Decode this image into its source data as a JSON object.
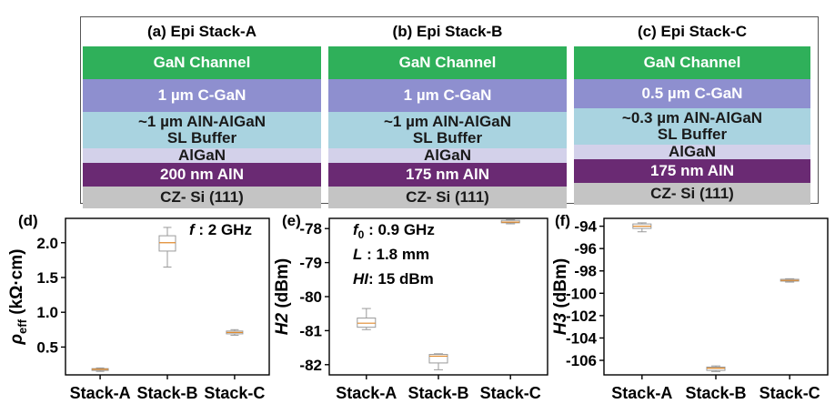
{
  "stacks": [
    {
      "title": "(a) Epi Stack-A",
      "layers": [
        {
          "label": "GaN Channel",
          "color": "#2fb05a",
          "text_color": "#ffffff"
        },
        {
          "label": "1 µm C-GaN",
          "color": "#8e8fcf",
          "text_color": "#ffffff"
        },
        {
          "label": "~1 µm AlN-AlGaN\nSL Buffer",
          "color": "#a9d3e0",
          "text_color": "#1a1a1a"
        },
        {
          "label": "AlGaN",
          "color": "#d3d1ea",
          "text_color": "#1a1a1a"
        },
        {
          "label": "200 nm AlN",
          "color": "#6a2a73",
          "text_color": "#ffffff"
        },
        {
          "label": "CZ- Si (111)",
          "color": "#c4c4c4",
          "text_color": "#1a1a1a"
        }
      ]
    },
    {
      "title": "(b) Epi Stack-B",
      "layers": [
        {
          "label": "GaN Channel",
          "color": "#2fb05a",
          "text_color": "#ffffff"
        },
        {
          "label": "1 µm C-GaN",
          "color": "#8e8fcf",
          "text_color": "#ffffff"
        },
        {
          "label": "~1 µm AlN-AlGaN\nSL Buffer",
          "color": "#a9d3e0",
          "text_color": "#1a1a1a"
        },
        {
          "label": "AlGaN",
          "color": "#d3d1ea",
          "text_color": "#1a1a1a"
        },
        {
          "label": "175 nm AlN",
          "color": "#6a2a73",
          "text_color": "#ffffff"
        },
        {
          "label": "CZ- Si (111)",
          "color": "#c4c4c4",
          "text_color": "#1a1a1a"
        }
      ]
    },
    {
      "title": "(c) Epi Stack-C",
      "layers": [
        {
          "label": "GaN Channel",
          "color": "#2fb05a",
          "text_color": "#ffffff"
        },
        {
          "label": "0.5 µm C-GaN",
          "color": "#8e8fcf",
          "text_color": "#ffffff"
        },
        {
          "label": "~0.3 µm AlN-AlGaN\nSL Buffer",
          "color": "#a9d3e0",
          "text_color": "#1a1a1a"
        },
        {
          "label": "AlGaN",
          "color": "#d3d1ea",
          "text_color": "#1a1a1a"
        },
        {
          "label": "175 nm AlN",
          "color": "#6a2a73",
          "text_color": "#ffffff"
        },
        {
          "label": "CZ- Si (111)",
          "color": "#c4c4c4",
          "text_color": "#1a1a1a"
        }
      ]
    }
  ],
  "chart_data": [
    {
      "type": "box",
      "panel_label": "(d)",
      "ylabel": "ρeff (kΩ·cm)",
      "ylabel_main": "ρ",
      "ylabel_sub": "eff",
      "ylabel_rest": " (kΩ·cm)",
      "annotations": [
        {
          "label": "f",
          "value": " : 2 GHz"
        }
      ],
      "categories": [
        "Stack-A",
        "Stack-B",
        "Stack-C"
      ],
      "yticks": [
        0.5,
        1.0,
        1.5,
        2.0
      ],
      "ytick_labels": [
        "0.5",
        "1.0",
        "1.5",
        "2.0"
      ],
      "ylim": [
        0.1,
        2.35
      ],
      "boxes": [
        {
          "min": 0.15,
          "q1": 0.17,
          "median": 0.18,
          "q3": 0.19,
          "max": 0.2
        },
        {
          "min": 1.65,
          "q1": 1.88,
          "median": 2.0,
          "q3": 2.1,
          "max": 2.22
        },
        {
          "min": 0.67,
          "q1": 0.69,
          "median": 0.71,
          "q3": 0.73,
          "max": 0.75
        }
      ],
      "box_color": "#9a9a9a",
      "median_color": "#e08a2c"
    },
    {
      "type": "box",
      "panel_label": "(e)",
      "ylabel": "H2 (dBm)",
      "ylabel_main": "H2",
      "ylabel_sub": "",
      "ylabel_rest": " (dBm)",
      "annotations": [
        {
          "label": "f",
          "sub": "0",
          "value": " : 0.9 GHz"
        },
        {
          "label": "L",
          "sub": "",
          "value": " : 1.8 mm"
        },
        {
          "label": "HI",
          "sub": "",
          "value": ": 15 dBm"
        }
      ],
      "categories": [
        "Stack-A",
        "Stack-B",
        "Stack-C"
      ],
      "yticks": [
        -82,
        -81,
        -80,
        -79,
        -78
      ],
      "ytick_labels": [
        "-82",
        "-81",
        "-80",
        "-79",
        "-78"
      ],
      "ylim": [
        -82.3,
        -77.7
      ],
      "boxes": [
        {
          "min": -80.97,
          "q1": -80.9,
          "median": -80.78,
          "q3": -80.63,
          "max": -80.35
        },
        {
          "min": -82.15,
          "q1": -81.95,
          "median": -81.75,
          "q3": -81.7,
          "max": -81.68
        },
        {
          "min": -77.86,
          "q1": -77.83,
          "median": -77.81,
          "q3": -77.76,
          "max": -77.74
        }
      ],
      "box_color": "#9a9a9a",
      "median_color": "#e08a2c"
    },
    {
      "type": "box",
      "panel_label": "(f)",
      "ylabel": "H3 (dBm)",
      "ylabel_main": "H3",
      "ylabel_sub": "",
      "ylabel_rest": " (dBm)",
      "annotations": [],
      "categories": [
        "Stack-A",
        "Stack-B",
        "Stack-C"
      ],
      "yticks": [
        -106,
        -104,
        -102,
        -100,
        -98,
        -96,
        -94
      ],
      "ytick_labels": [
        "-106",
        "-104",
        "-102",
        "-100",
        "-98",
        "-96",
        "-94"
      ],
      "ylim": [
        -107.3,
        -93.3
      ],
      "boxes": [
        {
          "min": -94.5,
          "q1": -94.2,
          "median": -94.0,
          "q3": -93.8,
          "max": -93.7
        },
        {
          "min": -107.0,
          "q1": -106.9,
          "median": -106.7,
          "q3": -106.6,
          "max": -106.5
        },
        {
          "min": -99.0,
          "q1": -98.9,
          "median": -98.85,
          "q3": -98.75,
          "max": -98.7
        }
      ],
      "box_color": "#9a9a9a",
      "median_color": "#e08a2c"
    }
  ]
}
